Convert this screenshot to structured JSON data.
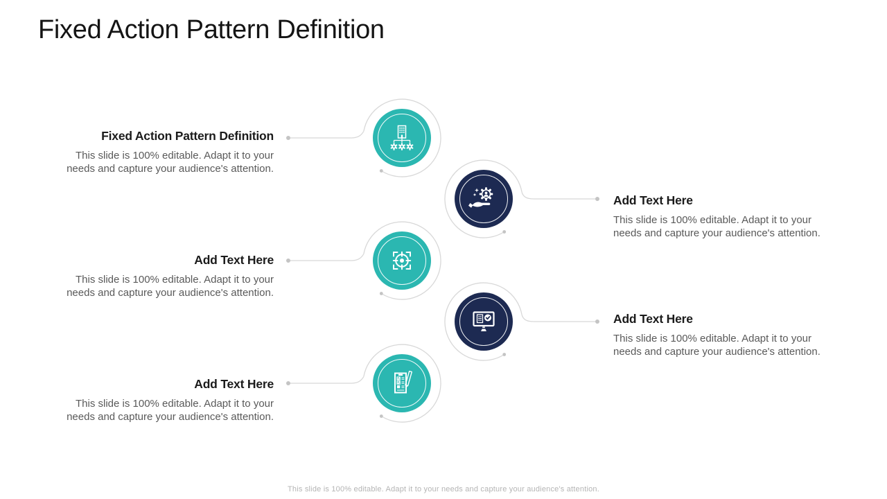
{
  "slide": {
    "title": "Fixed Action Pattern Definition",
    "footer": "This slide is 100% editable. Adapt it to your needs and capture your audience's attention."
  },
  "colors": {
    "teal": "#2BB7B1",
    "navy": "#1D2A52",
    "connector": "#D8D8D8",
    "dot": "#C4C4C4",
    "heading_text": "#1B1B1B",
    "body_text": "#595959",
    "footer_text": "#B4B4B4"
  },
  "items": [
    {
      "heading": "Fixed Action Pattern Definition",
      "body": "This slide is 100% editable. Adapt it to your needs and capture your audience's attention.",
      "icon": "org-structure-icon",
      "side": "left",
      "color": "teal"
    },
    {
      "heading": "Add Text Here",
      "body": "This slide is 100% editable. Adapt it to your needs and capture your audience's attention.",
      "icon": "hand-gear-icon",
      "side": "right",
      "color": "navy"
    },
    {
      "heading": "Add Text Here",
      "body": "This slide is 100% editable. Adapt it to your needs and capture your audience's attention.",
      "icon": "target-focus-icon",
      "side": "left",
      "color": "teal"
    },
    {
      "heading": "Add Text Here",
      "body": "This slide is 100% editable. Adapt it to your needs and capture your audience's attention.",
      "icon": "monitor-checklist-icon",
      "side": "right",
      "color": "navy"
    },
    {
      "heading": "Add Text Here",
      "body": "This slide is 100% editable. Adapt it to your needs and capture your audience's attention.",
      "icon": "checklist-pencil-icon",
      "side": "left",
      "color": "teal"
    }
  ]
}
